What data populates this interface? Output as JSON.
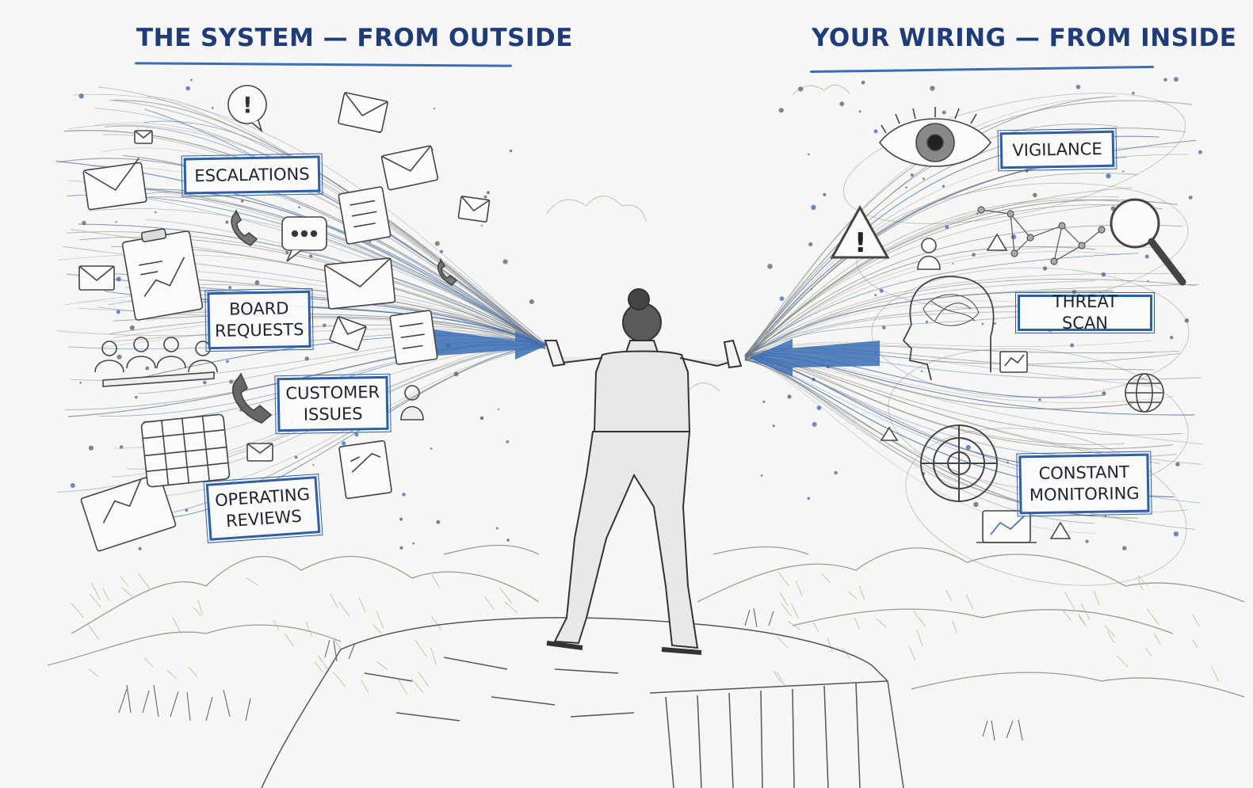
{
  "headings": {
    "left": "THE SYSTEM — FROM OUTSIDE",
    "right": "YOUR WIRING — FROM INSIDE"
  },
  "tags": {
    "escalations": "ESCALATIONS",
    "board_requests": "BOARD\nREQUESTS",
    "customer_issues": "CUSTOMER\nISSUES",
    "operating_reviews": "OPERATING\nREVIEWS",
    "vigilance": "VIGILANCE",
    "threat_scan": "THREAT SCAN",
    "constant_monitoring": "CONSTANT\nMONITORING"
  },
  "colors": {
    "accent_blue": "#2f5ea8",
    "ink": "#3a3a3a",
    "paper": "#f6f6f4",
    "heading_blue": "#1f3c78"
  },
  "icons": [
    "envelope-icon",
    "speech-bubble-icon",
    "phone-icon",
    "clipboard-chart-icon",
    "calendar-icon",
    "checklist-icon",
    "meeting-people-icon",
    "eye-icon",
    "warning-icon",
    "magnifier-icon",
    "network-graph-icon",
    "head-profile-icon",
    "radar-icon",
    "globe-icon",
    "monitor-chart-icon",
    "person-icon"
  ]
}
